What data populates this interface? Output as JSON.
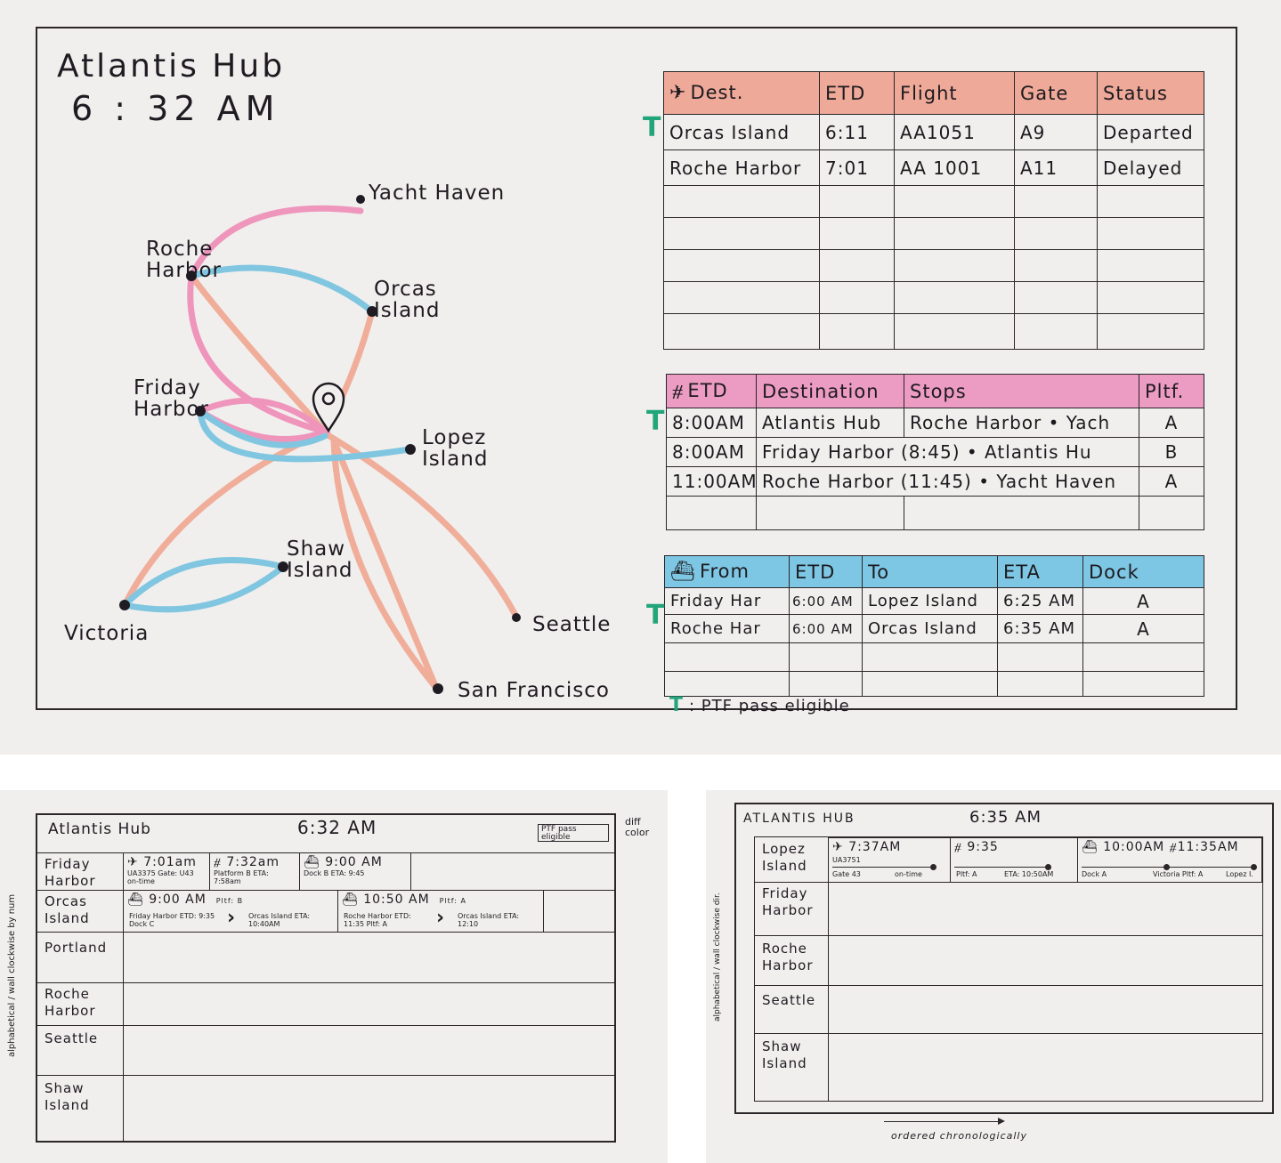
{
  "sheet1": {
    "hub_name": "Atlantis Hub",
    "time": "6 : 32 AM",
    "map": {
      "location_icon": "map-pin-icon",
      "colors": {
        "flight": "#f0a38c",
        "train": "#ef86b4",
        "ferry": "#6ec0de"
      },
      "places": {
        "yacht_haven": "Yacht Haven",
        "roche_harbor": "Roche Harbor",
        "orcas_island": "Orcas Island",
        "friday_harbor": "Friday Harbor",
        "lopez_island": "Lopez Island",
        "shaw_island": "Shaw Island",
        "victoria": "Victoria",
        "seattle": "Seattle",
        "san_francisco": "San Francisco"
      }
    },
    "flights": {
      "icon": "airplane-icon",
      "headers": [
        "Dest.",
        "ETD",
        "Flight",
        "Gate",
        "Status"
      ],
      "rows": [
        [
          "Orcas Island",
          "6:11",
          "AA1051",
          "A9",
          "Departed"
        ],
        [
          "Roche Harbor",
          "7:01",
          "AA 1001",
          "A11",
          "Delayed"
        ]
      ]
    },
    "trains": {
      "icon": "train-icon",
      "headers": [
        "ETD",
        "Destination",
        "Stops",
        "Pltf."
      ],
      "rows": [
        [
          "8:00AM",
          "Atlantis Hub",
          "Roche Harbor • Yach",
          "A"
        ],
        [
          "8:00AM",
          "Friday Harbor (8:45) • Atlantis Hu",
          "",
          "B"
        ],
        [
          "11:00AM",
          "Roche Harbor (11:45) • Yacht Haven",
          "",
          "A"
        ]
      ]
    },
    "ferries": {
      "icon": "ferry-icon",
      "headers": [
        "From",
        "ETD",
        "To",
        "ETA",
        "Dock"
      ],
      "rows": [
        [
          "Friday Har",
          "6:00 AM",
          "Lopez Island",
          "6:25 AM",
          "A"
        ],
        [
          "Roche Har",
          "6:00 AM",
          "Orcas Island",
          "6:35 AM",
          "A"
        ]
      ]
    },
    "legend": {
      "icon": "pass-eligible-icon",
      "text": ": PTF pass eligible"
    }
  },
  "sheet2": {
    "hub_name": "Atlantis Hub",
    "time": "6:32 AM",
    "pass_note": "PTF pass eligible",
    "color_note": "diff color",
    "side_note": "alphabetical / wall clockwise by num",
    "rows": [
      {
        "label": "Friday Harbor",
        "cells": [
          {
            "icon": "airplane-icon",
            "time": "7:01am",
            "detail": "UA3375 Gate: U43 on-time"
          },
          {
            "icon": "train-icon",
            "time": "7:32am",
            "detail": "Platform B ETA: 7:58am"
          },
          {
            "icon": "ferry-icon",
            "time": "9:00 AM",
            "detail": "Dock B ETA: 9:45"
          }
        ]
      },
      {
        "label": "Orcas Island",
        "cells": [
          {
            "icon": "ferry-icon",
            "time": "9:00 AM",
            "pltf": "Pltf: B",
            "from": "Friday Harbor ETD: 9:35 Dock C",
            "to": "Orcas Island ETA: 10:40AM"
          },
          {
            "icon": "ferry-icon",
            "time": "10:50 AM",
            "pltf": "Pltf: A",
            "from": "Roche Harbor ETD: 11:35 Pltf: A",
            "to": "Orcas Island ETA: 12:10"
          }
        ]
      },
      {
        "label": "Portland"
      },
      {
        "label": "Roche Harbor"
      },
      {
        "label": "Seattle"
      },
      {
        "label": "Shaw Island"
      }
    ]
  },
  "sheet3": {
    "hub_name": "ATLANTIS HUB",
    "time": "6:35 AM",
    "side_note": "alphabetical / wall clockwise dir.",
    "bottom_note": "ordered chronologically",
    "rows": [
      {
        "label": "Lopez Island",
        "cells": [
          {
            "icon": "airplane-icon",
            "time": "7:37AM",
            "code": "UA3751",
            "left": "Gate 43",
            "right": "on-time"
          },
          {
            "icon": "train-icon",
            "time": "9:35",
            "left": "Pltf: A",
            "right": "ETA: 10:50AM"
          },
          {
            "icon": "ferry-icon",
            "time": "10:00AM",
            "time2": "11:35AM",
            "left": "Dock A",
            "mid": "Victoria Pltf: A",
            "right": "Lopez I."
          }
        ]
      },
      {
        "label": "Friday Harbor"
      },
      {
        "label": "Roche Harbor"
      },
      {
        "label": "Seattle"
      },
      {
        "label": "Shaw Island"
      }
    ]
  }
}
